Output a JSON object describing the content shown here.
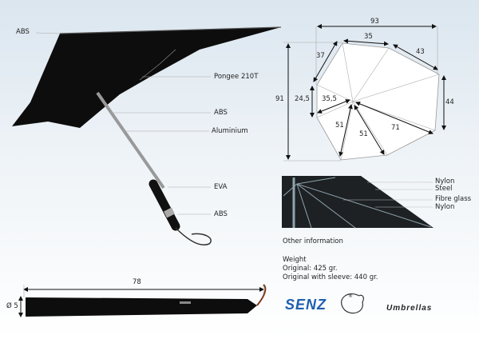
{
  "umbrella_labels": {
    "tip_material": "ABS",
    "canopy_fabric": "Pongee 210T",
    "runner_material": "ABS",
    "shaft_material": "Aluminium",
    "handle_material": "EVA",
    "handle_end_material": "ABS"
  },
  "dimensions": {
    "width": "93",
    "height": "91",
    "top_edge": "35",
    "upper_left_edge": "37",
    "upper_right_edge": "43",
    "right_edge": "44",
    "left_edge": "24,5",
    "short_rib": "35,5",
    "rib_a": "51",
    "rib_b": "51",
    "long_rib": "71"
  },
  "frame_labels": [
    "Nylon",
    "Steel",
    "Fibre glass",
    "Nylon"
  ],
  "other_info": {
    "heading": "Other information",
    "weight_label": "Weight",
    "original": "Original: 425 gr.",
    "with_sleeve": "Original with sleeve: 440 gr."
  },
  "closed": {
    "length": "78",
    "diameter": "Ø 5"
  },
  "brand": {
    "name": "SENZ",
    "registered": "®",
    "suffix": "Umbrellas",
    "color": "#1d5fb0"
  }
}
